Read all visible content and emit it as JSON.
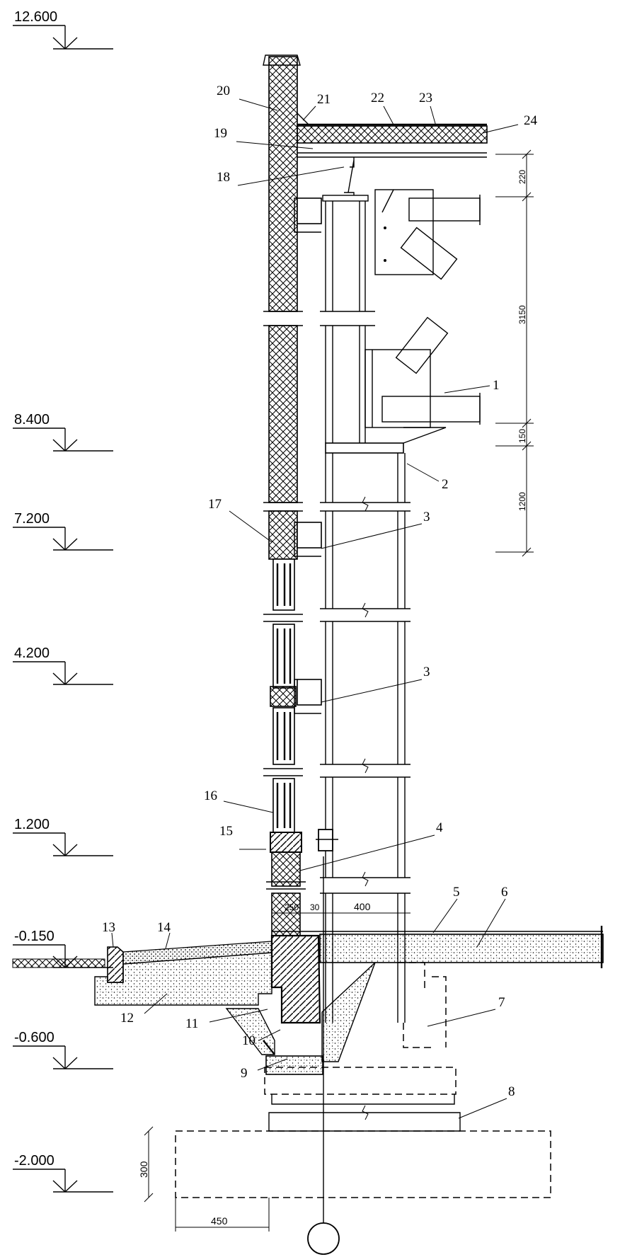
{
  "elevations": [
    "12.600",
    "8.400",
    "7.200",
    "4.200",
    "1.200",
    "-0.150",
    "-0.600",
    "-2.000"
  ],
  "callouts": [
    "1",
    "2",
    "3",
    "3",
    "4",
    "5",
    "6",
    "7",
    "8",
    "9",
    "10",
    "11",
    "12",
    "13",
    "14",
    "15",
    "16",
    "17",
    "18",
    "19",
    "20",
    "21",
    "22",
    "23",
    "24"
  ],
  "dimensions": {
    "roof_top": "220",
    "upper": "3150",
    "bracket": "150",
    "crane": "1200",
    "wall_a": "250",
    "wall_b": "30",
    "col_span": "400",
    "footing_h": "300",
    "footing_w": "450"
  }
}
